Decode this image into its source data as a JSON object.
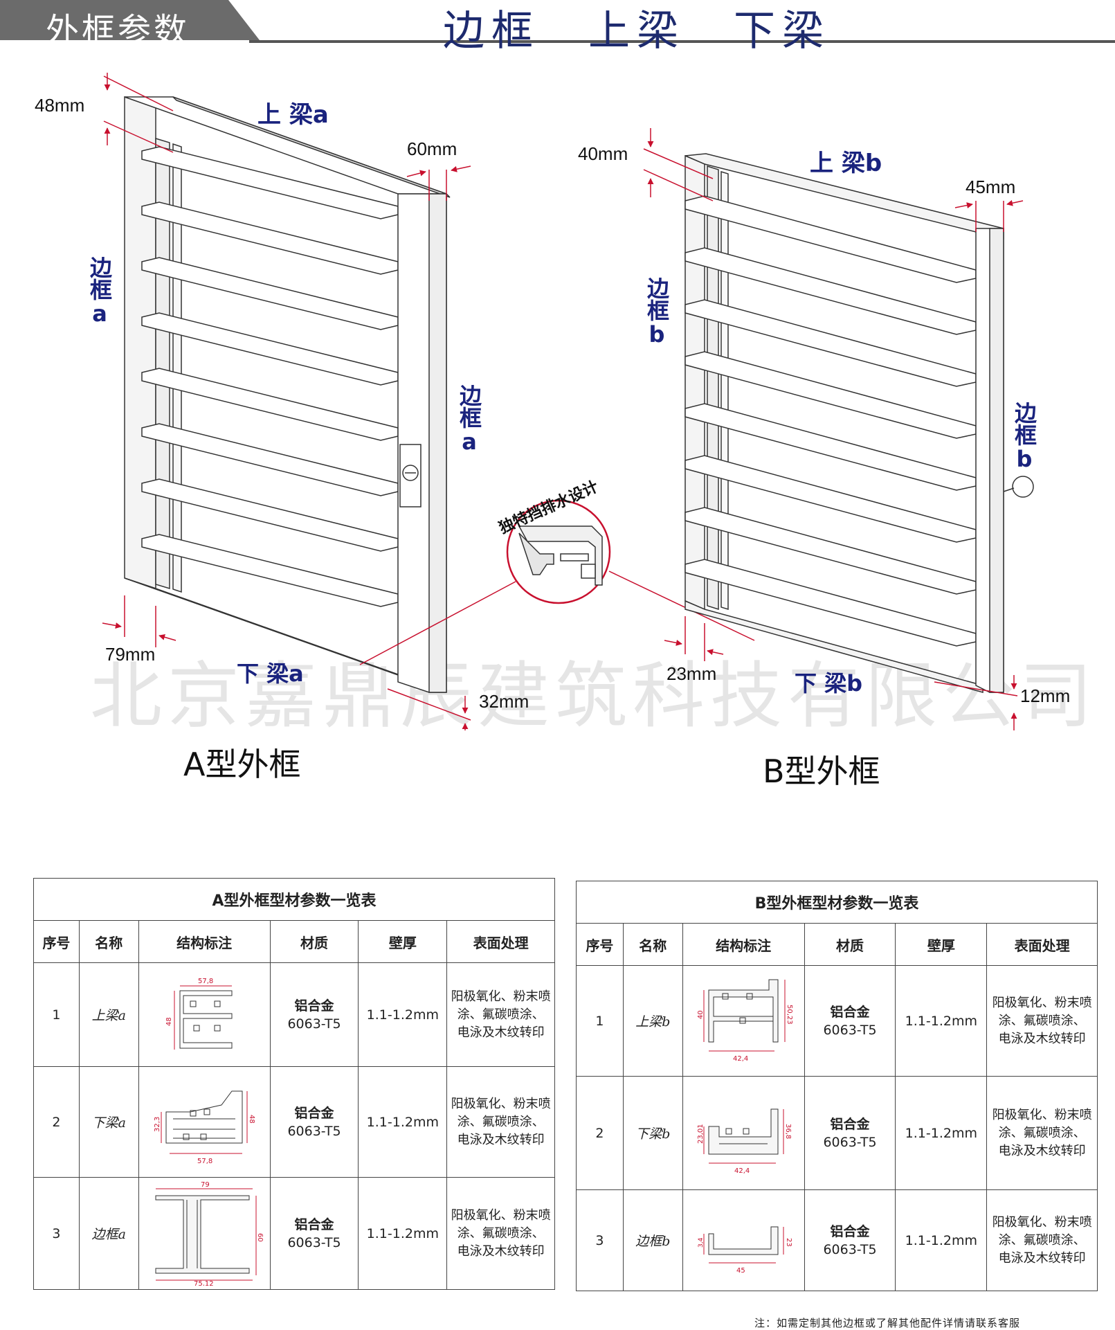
{
  "header": {
    "tab_label": "外框参数",
    "title": "边框　上梁　下梁"
  },
  "frame_a": {
    "top_beam": "上 梁a",
    "side_frame_left": "边框a",
    "side_frame_right": "边框a",
    "bottom_beam": "下 梁a",
    "dim_top": "48mm",
    "dim_side": "60mm",
    "dim_bottom_left": "79mm",
    "dim_bottom_right": "32mm",
    "caption": "A型外框"
  },
  "frame_b": {
    "top_beam": "上 梁b",
    "side_frame_left": "边框b",
    "side_frame_right": "边框b",
    "bottom_beam": "下 梁b",
    "dim_top": "40mm",
    "dim_side": "45mm",
    "dim_bottom_left": "23mm",
    "dim_bottom_right": "12mm",
    "caption": "B型外框"
  },
  "callout": "独特挡排水设计",
  "watermark": "北京嘉鼎辰建筑科技有限公司",
  "table_a": {
    "title": "A型外框型材参数一览表",
    "headers": [
      "序号",
      "名称",
      "结构标注",
      "材质",
      "壁厚",
      "表面处理"
    ],
    "rows": [
      {
        "no": "1",
        "name": "上梁a",
        "dims": [
          "57,8",
          "48"
        ],
        "material_1": "铝合金",
        "material_2": "6063-T5",
        "thickness": "1.1-1.2mm",
        "surface_1": "阳极氧化、粉末喷",
        "surface_2": "涂、氟碳喷涂、",
        "surface_3": "电泳及木纹转印"
      },
      {
        "no": "2",
        "name": "下梁a",
        "dims": [
          "32,3",
          "57,8",
          "48"
        ],
        "material_1": "铝合金",
        "material_2": "6063-T5",
        "thickness": "1.1-1.2mm",
        "surface_1": "阳极氧化、粉末喷",
        "surface_2": "涂、氟碳喷涂、",
        "surface_3": "电泳及木纹转印"
      },
      {
        "no": "3",
        "name": "边框a",
        "dims": [
          "79",
          "60",
          "75,12"
        ],
        "material_1": "铝合金",
        "material_2": "6063-T5",
        "thickness": "1.1-1.2mm",
        "surface_1": "阳极氧化、粉末喷",
        "surface_2": "涂、氟碳喷涂、",
        "surface_3": "电泳及木纹转印"
      }
    ]
  },
  "table_b": {
    "title": "B型外框型材参数一览表",
    "headers": [
      "序号",
      "名称",
      "结构标注",
      "材质",
      "壁厚",
      "表面处理"
    ],
    "rows": [
      {
        "no": "1",
        "name": "上梁b",
        "dims": [
          "40",
          "50,23",
          "42,4"
        ],
        "material_1": "铝合金",
        "material_2": "6063-T5",
        "thickness": "1.1-1.2mm",
        "surface_1": "阳极氧化、粉末喷",
        "surface_2": "涂、氟碳喷涂、",
        "surface_3": "电泳及木纹转印"
      },
      {
        "no": "2",
        "name": "下梁b",
        "dims": [
          "23,01",
          "36,8",
          "42,4"
        ],
        "material_1": "铝合金",
        "material_2": "6063-T5",
        "thickness": "1.1-1.2mm",
        "surface_1": "阳极氧化、粉末喷",
        "surface_2": "涂、氟碳喷涂、",
        "surface_3": "电泳及木纹转印"
      },
      {
        "no": "3",
        "name": "边框b",
        "dims": [
          "3,4",
          "23",
          "45"
        ],
        "material_1": "铝合金",
        "material_2": "6063-T5",
        "thickness": "1.1-1.2mm",
        "surface_1": "阳极氧化、粉末喷",
        "surface_2": "涂、氟碳喷涂、",
        "surface_3": "电泳及木纹转印"
      }
    ]
  },
  "note": "注：如需定制其他边框或了解其他配件详情请联系客服",
  "colors": {
    "dimension_red": "#c8102e",
    "label_blue": "#1a237e",
    "header_gray": "#6b6b6b"
  }
}
